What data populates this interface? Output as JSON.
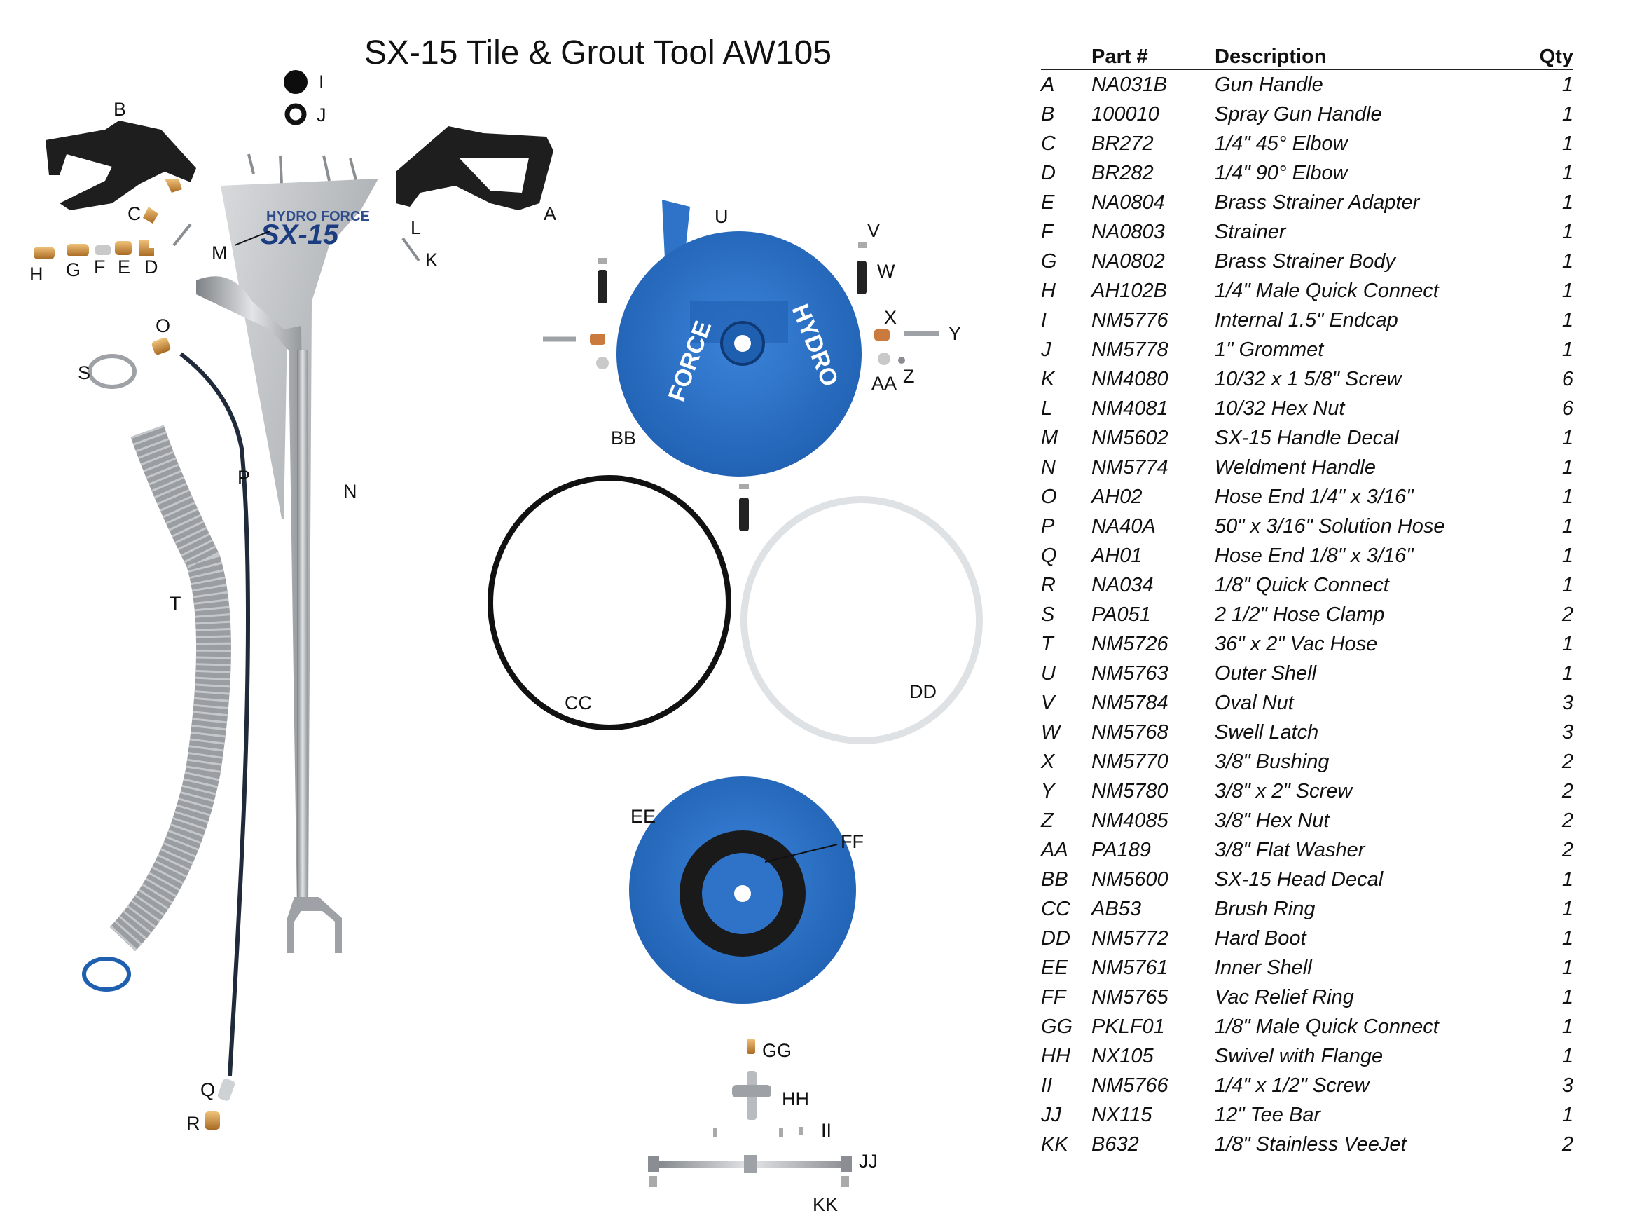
{
  "title": "SX-15 Tile & Grout Tool  AW105",
  "table": {
    "headers": {
      "letter": "",
      "part": "Part #",
      "description": "Description",
      "qty": "Qty"
    },
    "rows": [
      {
        "letter": "A",
        "part": "NA031B",
        "description": "Gun Handle",
        "qty": "1"
      },
      {
        "letter": "B",
        "part": "100010",
        "description": "Spray Gun Handle",
        "qty": "1"
      },
      {
        "letter": "C",
        "part": "BR272",
        "description": "1/4\" 45° Elbow",
        "qty": "1"
      },
      {
        "letter": "D",
        "part": "BR282",
        "description": "1/4\" 90° Elbow",
        "qty": "1"
      },
      {
        "letter": "E",
        "part": "NA0804",
        "description": "Brass Strainer Adapter",
        "qty": "1"
      },
      {
        "letter": "F",
        "part": "NA0803",
        "description": "Strainer",
        "qty": "1"
      },
      {
        "letter": "G",
        "part": "NA0802",
        "description": "Brass Strainer Body",
        "qty": "1"
      },
      {
        "letter": "H",
        "part": "AH102B",
        "description": "1/4\" Male Quick Connect",
        "qty": "1"
      },
      {
        "letter": "I",
        "part": "NM5776",
        "description": "Internal 1.5\" Endcap",
        "qty": "1"
      },
      {
        "letter": "J",
        "part": "NM5778",
        "description": "1\" Grommet",
        "qty": "1"
      },
      {
        "letter": "K",
        "part": "NM4080",
        "description": "10/32 x 1 5/8\" Screw",
        "qty": "6"
      },
      {
        "letter": "L",
        "part": "NM4081",
        "description": "10/32 Hex Nut",
        "qty": "6"
      },
      {
        "letter": "M",
        "part": "NM5602",
        "description": "SX-15 Handle Decal",
        "qty": "1"
      },
      {
        "letter": "N",
        "part": "NM5774",
        "description": "Weldment Handle",
        "qty": "1"
      },
      {
        "letter": "O",
        "part": "AH02",
        "description": "Hose End 1/4\" x 3/16\"",
        "qty": "1"
      },
      {
        "letter": "P",
        "part": "NA40A",
        "description": "50\" x 3/16\" Solution Hose",
        "qty": "1"
      },
      {
        "letter": "Q",
        "part": "AH01",
        "description": "Hose End 1/8\" x 3/16\"",
        "qty": "1"
      },
      {
        "letter": "R",
        "part": "NA034",
        "description": "1/8\" Quick Connect",
        "qty": "1"
      },
      {
        "letter": "S",
        "part": "PA051",
        "description": "2 1/2\" Hose Clamp",
        "qty": "2"
      },
      {
        "letter": "T",
        "part": "NM5726",
        "description": "36\" x 2\" Vac Hose",
        "qty": "1"
      },
      {
        "letter": "U",
        "part": "NM5763",
        "description": "Outer Shell",
        "qty": "1"
      },
      {
        "letter": "V",
        "part": "NM5784",
        "description": "Oval Nut",
        "qty": "3"
      },
      {
        "letter": "W",
        "part": "NM5768",
        "description": "Swell Latch",
        "qty": "3"
      },
      {
        "letter": "X",
        "part": "NM5770",
        "description": "3/8\" Bushing",
        "qty": "2"
      },
      {
        "letter": "Y",
        "part": "NM5780",
        "description": "3/8\" x 2\" Screw",
        "qty": "2"
      },
      {
        "letter": "Z",
        "part": "NM4085",
        "description": "3/8\" Hex Nut",
        "qty": "2"
      },
      {
        "letter": "AA",
        "part": "PA189",
        "description": "3/8\" Flat Washer",
        "qty": "2"
      },
      {
        "letter": "BB",
        "part": "NM5600",
        "description": "SX-15 Head Decal",
        "qty": "1"
      },
      {
        "letter": "CC",
        "part": "AB53",
        "description": "Brush Ring",
        "qty": "1"
      },
      {
        "letter": "DD",
        "part": "NM5772",
        "description": "Hard Boot",
        "qty": "1"
      },
      {
        "letter": "EE",
        "part": "NM5761",
        "description": "Inner Shell",
        "qty": "1"
      },
      {
        "letter": "FF",
        "part": "NM5765",
        "description": "Vac Relief Ring",
        "qty": "1"
      },
      {
        "letter": "GG",
        "part": "PKLF01",
        "description": "1/8\" Male Quick Connect",
        "qty": "1"
      },
      {
        "letter": "HH",
        "part": "NX105",
        "description": "Swivel with Flange",
        "qty": "1"
      },
      {
        "letter": "II",
        "part": "NM5766",
        "description": "1/4\" x 1/2\" Screw",
        "qty": "3"
      },
      {
        "letter": "JJ",
        "part": "NX115",
        "description": "12\" Tee Bar",
        "qty": "1"
      },
      {
        "letter": "KK",
        "part": "B632",
        "description": "1/8\" Stainless VeeJet",
        "qty": "2"
      }
    ]
  },
  "diagram": {
    "callouts": [
      "I",
      "J",
      "B",
      "A",
      "C",
      "L",
      "K",
      "M",
      "H",
      "G",
      "F",
      "E",
      "D",
      "O",
      "S",
      "P",
      "N",
      "T",
      "Q",
      "R",
      "U",
      "V",
      "W",
      "X",
      "Y",
      "Z",
      "AA",
      "BB",
      "CC",
      "DD",
      "EE",
      "FF",
      "GG",
      "HH",
      "II",
      "JJ",
      "KK"
    ],
    "decal_handle_top": "HYDRO FORCE",
    "decal_handle_main": "SX-15",
    "decal_head_left": "FORCE",
    "decal_head_right": "HYDRO"
  },
  "colors": {
    "blue_shell": "#2f73c8",
    "black_shell": "#1a1a1a",
    "steel": "#b8bcc0",
    "brass": "#c98c3f",
    "hose_grey": "#9a9da2"
  }
}
